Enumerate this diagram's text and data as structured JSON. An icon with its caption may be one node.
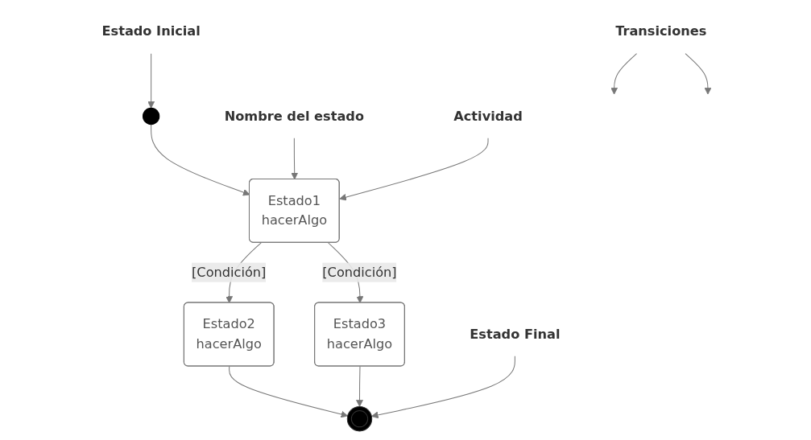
{
  "diagram": {
    "nodes": [
      {
        "text": [],
        "shape": "circle"
      },
      {
        "text": [
          "Estado Inicial"
        ]
      },
      {
        "text": [
          "Estado1",
          "hacerAlgo"
        ]
      },
      {
        "text": [
          "Nombre del estado"
        ]
      },
      {
        "text": [
          "Actividad"
        ]
      },
      {
        "text": [
          "Estado2",
          "hacerAlgo"
        ]
      },
      {
        "text": [
          "Estado3",
          "hacerAlgo"
        ]
      },
      {
        "text": [],
        "shape": "circle"
      },
      {
        "text": [
          "Estado Final"
        ]
      },
      {
        "text": [
          "Transiciones"
        ]
      }
    ],
    "edges": [
      {
        "from": 0,
        "to": 2,
        "arrow": "to"
      },
      {
        "from": 1,
        "to": 0,
        "arrow": "to"
      },
      {
        "from": 3,
        "to": 2,
        "arrow": "to"
      },
      {
        "from": 4,
        "to": 2,
        "arrow": "to"
      },
      {
        "from": 2,
        "to": 5,
        "arrow": "to",
        "label": "[Condición]"
      },
      {
        "from": 2,
        "to": 6,
        "arrow": "to",
        "label": "[Condición]"
      },
      {
        "from": 5,
        "to": 7,
        "arrow": "to"
      },
      {
        "from": 6,
        "to": 7,
        "arrow": "to"
      },
      {
        "from": 8,
        "to": 7,
        "arrow": "to"
      },
      {
        "from": 9,
        "to": null,
        "arrow": "to"
      },
      {
        "from": 9,
        "to": null,
        "arrow": "to"
      }
    ]
  }
}
